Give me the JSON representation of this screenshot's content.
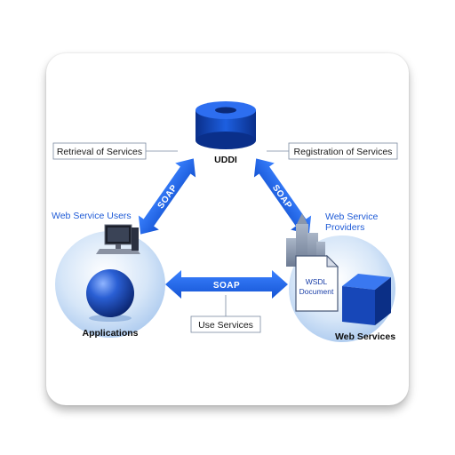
{
  "uddi": {
    "label": "UDDI"
  },
  "retrieval": {
    "label": "Retrieval of Services"
  },
  "registration": {
    "label": "Registration of Services"
  },
  "soap_left": {
    "label": "SOAP"
  },
  "soap_right": {
    "label": "SOAP"
  },
  "soap_bottom": {
    "label": "SOAP"
  },
  "users": {
    "label": "Web Service Users"
  },
  "providers": {
    "line1": "Web Service",
    "line2": "Providers"
  },
  "wsdl": {
    "line1": "WSDL",
    "line2": "Document"
  },
  "use_services": {
    "label": "Use Services"
  },
  "applications": {
    "label": "Applications"
  },
  "web_services": {
    "label": "Web Services"
  },
  "colors": {
    "arrow": "#1e63e0",
    "accent": "#1f5bd6",
    "dark_blue": "#0b3a9e"
  }
}
